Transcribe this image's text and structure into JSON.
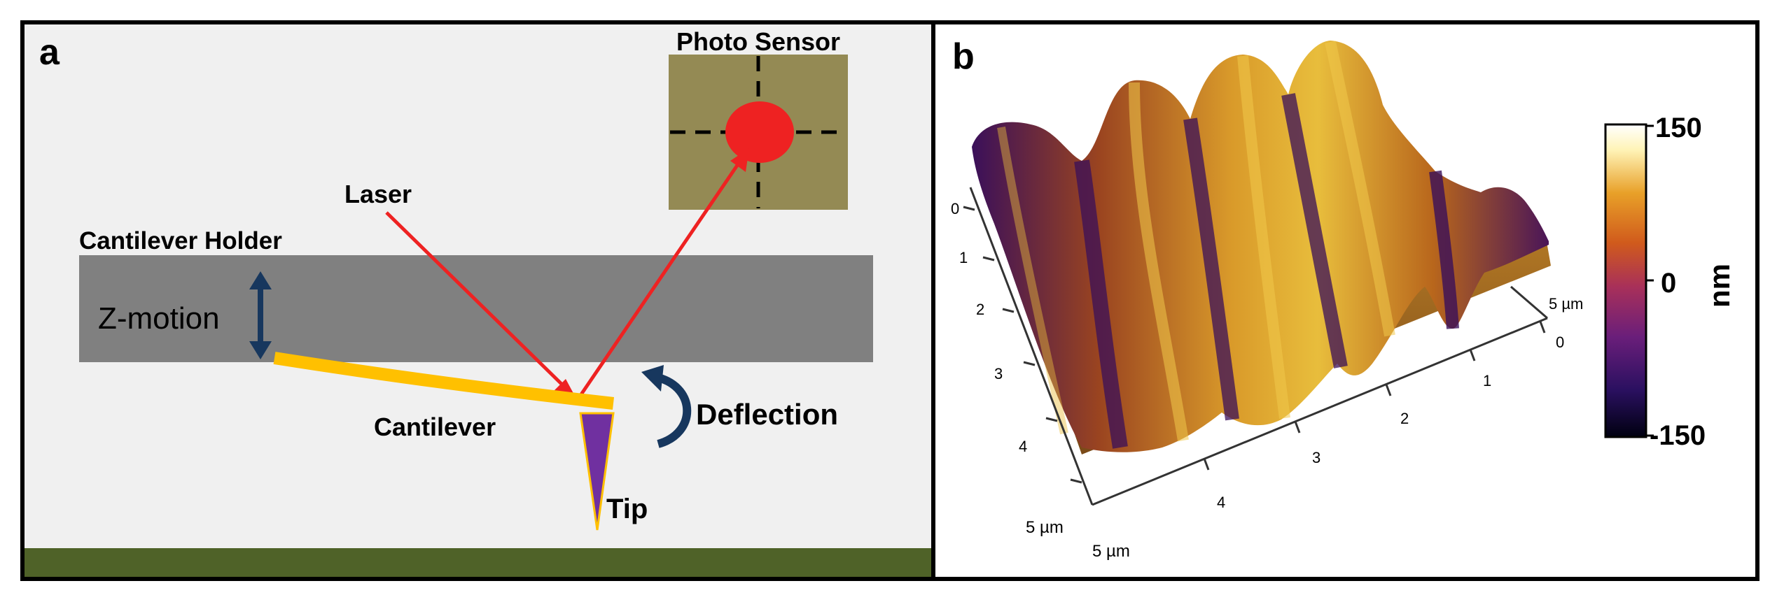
{
  "panel_a": {
    "letter": "a",
    "labels": {
      "photo_sensor": "Photo Sensor",
      "laser": "Laser",
      "cantilever_holder": "Cantilever Holder",
      "z_motion": "Z-motion",
      "cantilever": "Cantilever",
      "deflection": "Deflection",
      "tip": "Tip"
    },
    "colors": {
      "background": "#f0f0f0",
      "ground": "#4f6228",
      "holder": "#808080",
      "sensor": "#948a54",
      "laser": "#ee2222",
      "cantilever": "#ffc000",
      "tip": "#7030a0",
      "arrows": "#17375e"
    }
  },
  "panel_b": {
    "letter": "b",
    "axis_labels": {
      "left_ticks": [
        "0",
        "1",
        "2",
        "3",
        "4"
      ],
      "left_end": "5 µm",
      "bottom_ticks": [
        "1",
        "2",
        "3",
        "4"
      ],
      "bottom_start": "0",
      "bottom_end_right": "5 µm",
      "bottom_end_left": "5 µm"
    },
    "colorbar": {
      "max_label": "150",
      "mid_label": "0",
      "min_label": "-150",
      "unit": "nm",
      "range": [
        -150,
        150
      ],
      "colormap": [
        "#000010",
        "#2a1060",
        "#6a1e7a",
        "#a8305a",
        "#d05a1c",
        "#e8a028",
        "#fff4b8",
        "#ffffff"
      ]
    },
    "surface": {
      "ridges": 4,
      "colors": [
        "#3a0f5a",
        "#7a2a55",
        "#b8661c",
        "#d99a2a",
        "#e8bd3c"
      ]
    }
  }
}
